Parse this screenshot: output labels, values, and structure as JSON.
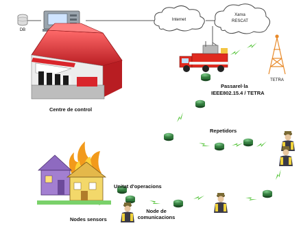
{
  "labels": {
    "db": "DB",
    "internet": "Internet",
    "rescat_line1": "Xarxa",
    "rescat_line2": "RESCAT",
    "tetra": "TETRA",
    "control_center": "Centre de control",
    "gateway_line1": "Passarel·la",
    "gateway_line2": "IEEE802.15.4 / TETRA",
    "repeaters": "Repetidors",
    "operations_unit": "Unitat d'operacions",
    "comm_node_line1": "Node de",
    "comm_node_line2": "comunicacions",
    "sensor_nodes": "Nodes sensors"
  },
  "colors": {
    "node_green": "#3f8f4a",
    "wireless_green": "#55c43a",
    "red_building": "#d9252b",
    "truck_red": "#e02a1f",
    "tetra_orange": "#e88a2a",
    "house_purple": "#a37fd1",
    "house_yellow": "#f3d86a",
    "flame_orange": "#f29a1b"
  }
}
